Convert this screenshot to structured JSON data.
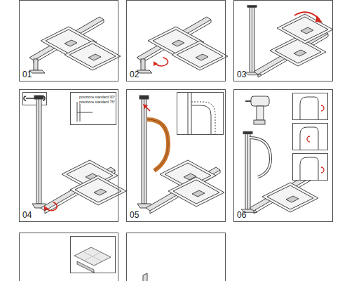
{
  "diagram": {
    "nodes": [
      {
        "text": [
          "01"
        ]
      },
      {
        "text": [
          "02"
        ]
      },
      {
        "text": [
          "03"
        ]
      },
      {
        "text": [
          "04"
        ]
      },
      {
        "text": [
          "05"
        ]
      },
      {
        "text": [
          "06"
        ]
      }
    ],
    "labels": [
      "posizione standard 90°",
      "posizione standard 75°"
    ]
  }
}
